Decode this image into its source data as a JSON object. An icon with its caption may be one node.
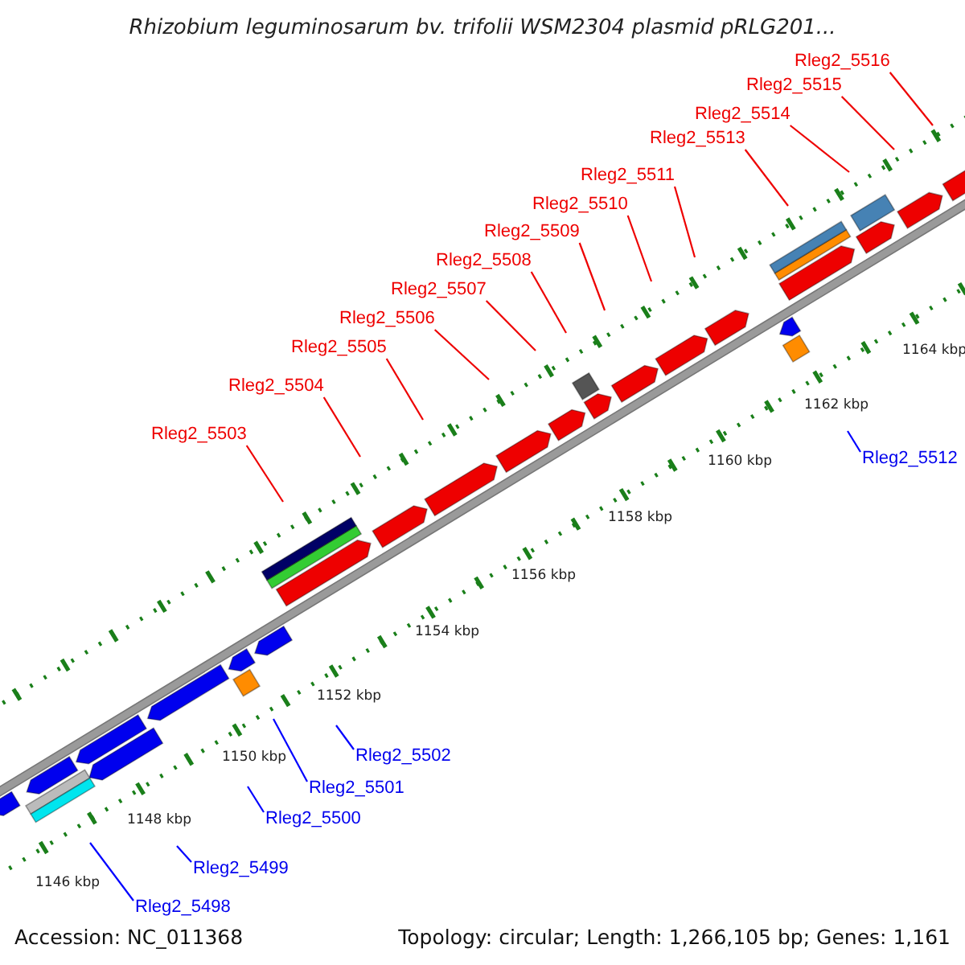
{
  "diagram": {
    "title": "Rhizobium leguminosarum bv. trifolii WSM2304 plasmid pRLG201...",
    "nodes": [
      {
        "text": [
          "Rleg2_5516"
        ]
      },
      {
        "text": [
          "Rleg2_5515"
        ]
      },
      {
        "text": [
          "Rleg2_5514"
        ]
      },
      {
        "text": [
          "Rleg2_5513"
        ]
      },
      {
        "text": [
          "Rleg2_5511"
        ]
      },
      {
        "text": [
          "Rleg2_5510"
        ]
      },
      {
        "text": [
          "Rleg2_5509"
        ]
      },
      {
        "text": [
          "Rleg2_5508"
        ]
      },
      {
        "text": [
          "Rleg2_5507"
        ]
      },
      {
        "text": [
          "Rleg2_5506"
        ]
      },
      {
        "text": [
          "Rleg2_5505"
        ]
      },
      {
        "text": [
          "Rleg2_5504"
        ]
      },
      {
        "text": [
          "Rleg2_5503"
        ]
      },
      {
        "text": [
          "Rleg2_5512"
        ]
      },
      {
        "text": [
          "Rleg2_5502"
        ]
      },
      {
        "text": [
          "Rleg2_5501"
        ]
      },
      {
        "text": [
          "Rleg2_5500"
        ]
      },
      {
        "text": [
          "Rleg2_5499"
        ]
      },
      {
        "text": [
          "Rleg2_5498"
        ]
      }
    ],
    "edges": [
      {
        "from": 0,
        "to": null,
        "arrow": "none"
      },
      {
        "from": 1,
        "to": null,
        "arrow": "none"
      },
      {
        "from": 2,
        "to": null,
        "arrow": "none"
      },
      {
        "from": 3,
        "to": null,
        "arrow": "none"
      },
      {
        "from": 4,
        "to": null,
        "arrow": "none"
      },
      {
        "from": 5,
        "to": null,
        "arrow": "none"
      },
      {
        "from": 6,
        "to": null,
        "arrow": "none"
      },
      {
        "from": 7,
        "to": null,
        "arrow": "none"
      },
      {
        "from": 8,
        "to": null,
        "arrow": "none"
      },
      {
        "from": 9,
        "to": null,
        "arrow": "none"
      },
      {
        "from": 10,
        "to": null,
        "arrow": "none"
      },
      {
        "from": 11,
        "to": null,
        "arrow": "none"
      },
      {
        "from": 12,
        "to": null,
        "arrow": "none"
      },
      {
        "from": 13,
        "to": null,
        "arrow": "none",
        "color": "#0000ff"
      },
      {
        "from": 14,
        "to": null,
        "arrow": "none",
        "color": "#0000ff"
      },
      {
        "from": 15,
        "to": null,
        "arrow": "none",
        "color": "#0000ff"
      },
      {
        "from": 16,
        "to": null,
        "arrow": "none",
        "color": "#0000ff"
      },
      {
        "from": 17,
        "to": null,
        "arrow": "none",
        "color": "#0000ff"
      },
      {
        "from": 18,
        "to": null,
        "arrow": "none",
        "color": "#0000ff"
      }
    ],
    "labels": [
      "1164 kbp",
      "1162 kbp",
      "1160 kbp",
      "1158 kbp",
      "1156 kbp",
      "1154 kbp",
      "1152 kbp",
      "1150 kbp",
      "1148 kbp",
      "1146 kbp",
      "Accession: NC_011368",
      "Topology: circular; Length: 1,266,105 bp; Genes: 1,161"
    ]
  }
}
